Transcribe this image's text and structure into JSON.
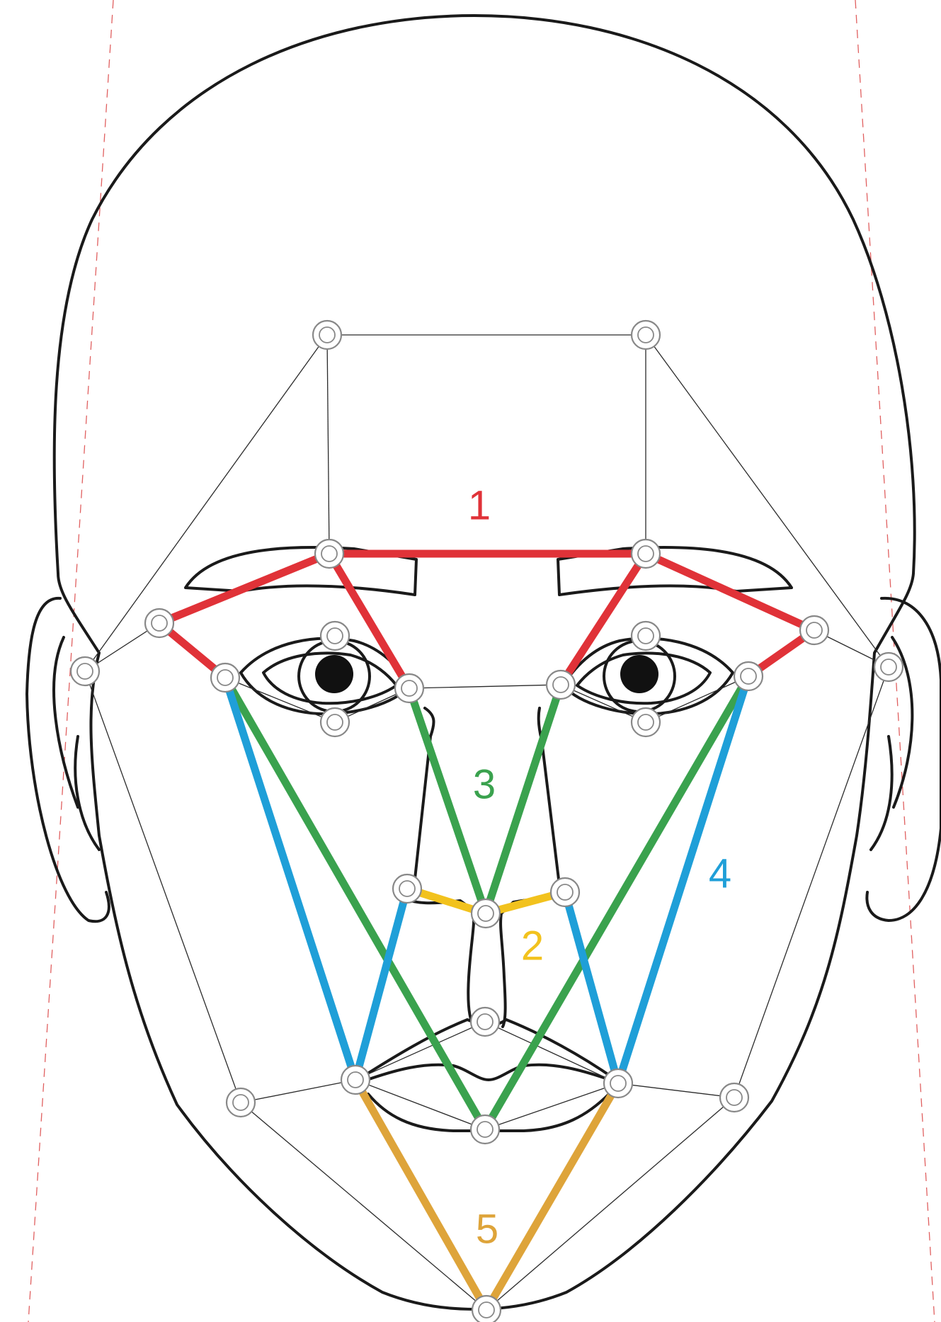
{
  "colors": {
    "red": "#e03238",
    "yellow": "#f2c21d",
    "green": "#3aa24e",
    "blue": "#1f9fd8",
    "orange": "#dea43a",
    "outline": "#1a1a1a",
    "guide": "#e06060",
    "marker": "#888888"
  },
  "labels": [
    {
      "key": "1",
      "text": "1",
      "color": "red"
    },
    {
      "key": "2",
      "text": "2",
      "color": "yellow"
    },
    {
      "key": "3",
      "text": "3",
      "color": "green"
    },
    {
      "key": "4",
      "text": "4",
      "color": "blue"
    },
    {
      "key": "5",
      "text": "5",
      "color": "orange"
    }
  ],
  "landmarks": [
    "forehead-left",
    "forehead-right",
    "brow-inner-left",
    "brow-inner-right",
    "brow-outer-left",
    "brow-outer-right",
    "temple-left",
    "temple-right",
    "eye-outer-left",
    "eye-inner-left",
    "eye-inner-right",
    "eye-outer-right",
    "eyelid-top-left",
    "eyelid-bottom-left",
    "eyelid-top-right",
    "eyelid-bottom-right",
    "nostril-left",
    "nose-tip",
    "nostril-right",
    "upper-lip",
    "mouth-corner-left",
    "mouth-corner-right",
    "lower-lip",
    "jaw-left",
    "jaw-right",
    "chin"
  ]
}
